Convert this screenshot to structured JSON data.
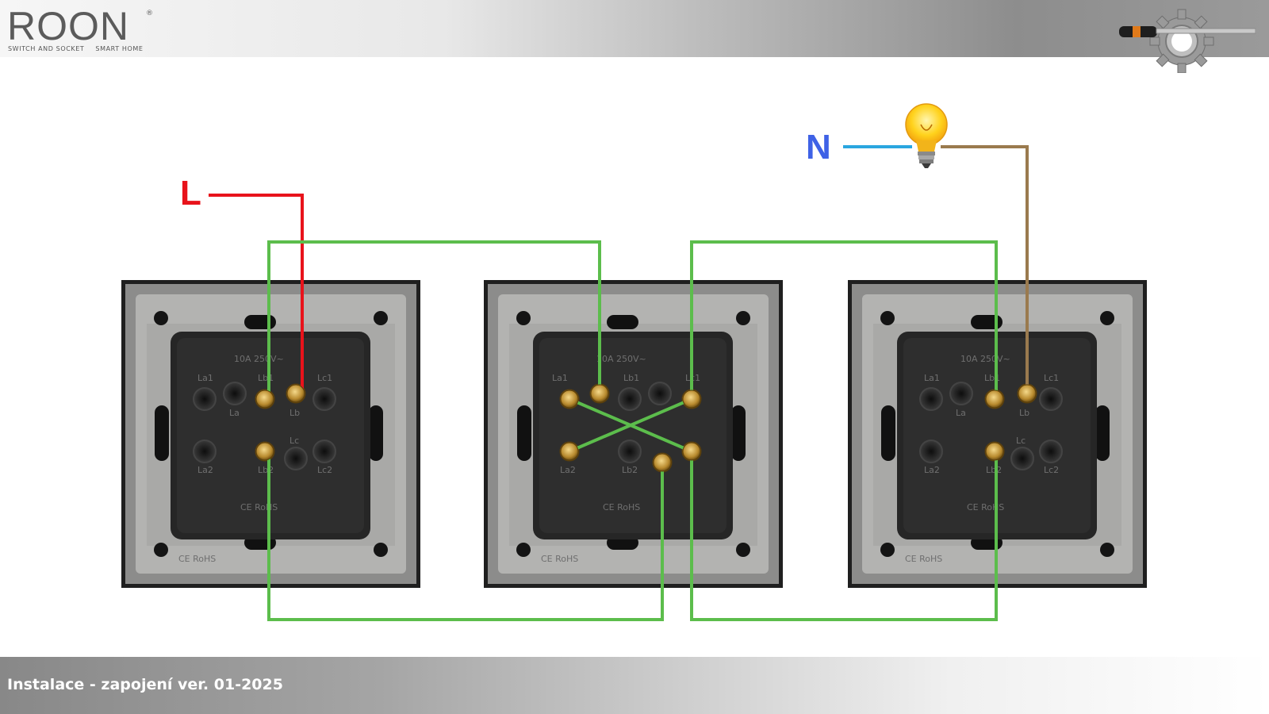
{
  "brand": {
    "name": "ROON",
    "registered": "®",
    "tagline_left": "SWITCH AND SOCKET",
    "tagline_right": "SMART HOME"
  },
  "footer": {
    "text": "Instalace - zapojení ver. 01-2025"
  },
  "wires": {
    "live_label": "L",
    "neutral_label": "N",
    "live_color": "#e8131b",
    "neutral_color": "#2aa6e0",
    "switched_color": "#9a7a4e",
    "traveler_color": "#5cbd4c"
  },
  "switches": [
    {
      "type": "two-way",
      "rating": "10A 250V~",
      "marks": "CE RoHS",
      "terminal_labels": [
        "La1",
        "La",
        "Lb1",
        "Lb",
        "Lc1",
        "La2",
        "Lb2",
        "Lc",
        "Lc2"
      ]
    },
    {
      "type": "cross",
      "rating": "10A 250V~",
      "marks": "CE RoHS",
      "terminal_labels": [
        "La1",
        "Lb1",
        "Lc1",
        "La2",
        "Lb2"
      ]
    },
    {
      "type": "two-way",
      "rating": "10A 250V~",
      "marks": "CE RoHS",
      "terminal_labels": [
        "La1",
        "La",
        "Lb1",
        "Lb",
        "Lc1",
        "La2",
        "Lb2",
        "Lc",
        "Lc2"
      ]
    }
  ],
  "icons": {
    "lamp": "light-bulb-icon",
    "tools": "screwdriver-gear-icon"
  }
}
